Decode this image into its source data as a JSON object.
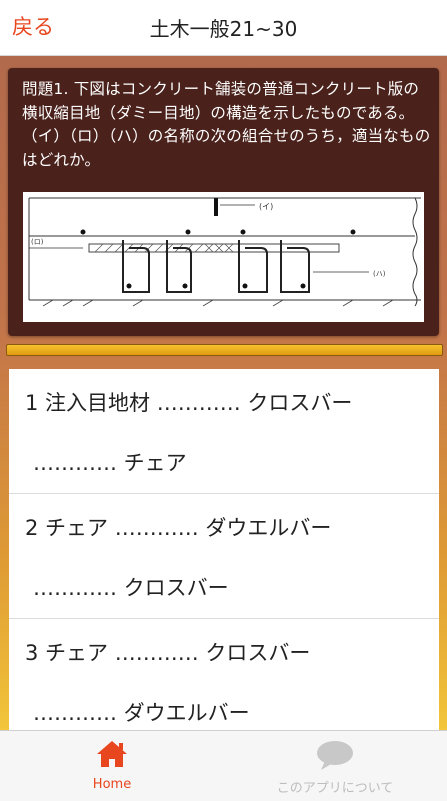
{
  "header": {
    "back_label": "戻る",
    "title": "土木一般21~30"
  },
  "question": {
    "text": "問題1. 下図はコンクリート舗装の普通コンクリート版の横収縮目地（ダミー目地）の構造を示したものである。（イ）（ロ）（ハ）の名称の次の組合せのうち，適当なものはどれか。",
    "figure_labels": {
      "i": "(イ)",
      "ro": "(ロ)",
      "ha": "(ハ)"
    }
  },
  "answers": [
    {
      "line1": "1  注入目地材  …………  クロスバー",
      "line2": "…………  チェア"
    },
    {
      "line1": "2  チェア  …………  ダウエルバー",
      "line2": "…………  クロスバー"
    },
    {
      "line1": "3  チェア  …………  クロスバー",
      "line2": "…………  ダウエルバー"
    }
  ],
  "tabbar": {
    "home_label": "Home",
    "about_label": "このアプリについて"
  },
  "colors": {
    "accent": "#e8461e",
    "question_bg": "#4a211b",
    "gold_bar": "#f2b824"
  }
}
